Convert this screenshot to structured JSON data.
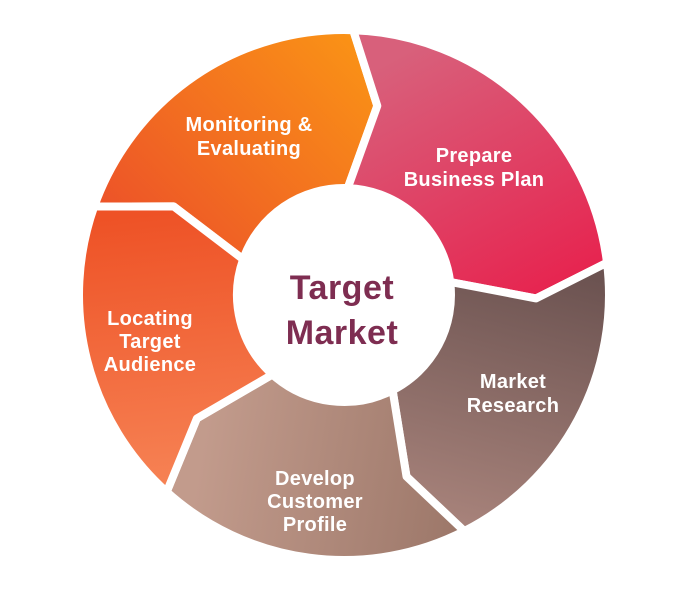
{
  "diagram": {
    "background_color": "#FFFFFF",
    "separator_color": "#FFFFFF",
    "center": {
      "lines": [
        "Target",
        "Market"
      ],
      "color": "#7E2D51"
    },
    "segments": [
      {
        "name": "Monitoring & Evaluating",
        "label_lines": [
          "Monitoring &",
          "Evaluating"
        ],
        "gradient": {
          "from": "#EC5129",
          "to": "#FA9216"
        },
        "text_color": "#FFFFFF"
      },
      {
        "name": "Prepare Business Plan",
        "label_lines": [
          "Prepare",
          "Business Plan"
        ],
        "gradient": {
          "from": "#D8607B",
          "to": "#E7224E"
        },
        "text_color": "#FFFFFF"
      },
      {
        "name": "Market Research",
        "label_lines": [
          "Market",
          "Research"
        ],
        "gradient": {
          "from": "#6C5351",
          "to": "#A8837B"
        },
        "text_color": "#FFFFFF"
      },
      {
        "name": "Develop Customer Profile",
        "label_lines": [
          "Develop",
          "Customer",
          "Profile"
        ],
        "gradient": {
          "from": "#9C7769",
          "to": "#C29B8C"
        },
        "text_color": "#FFFFFF"
      },
      {
        "name": "Locating Target Audience",
        "label_lines": [
          "Locating",
          "Target",
          "Audience"
        ],
        "gradient": {
          "from": "#EE5226",
          "to": "#F68254"
        },
        "text_color": "#FFFFFF"
      }
    ]
  }
}
